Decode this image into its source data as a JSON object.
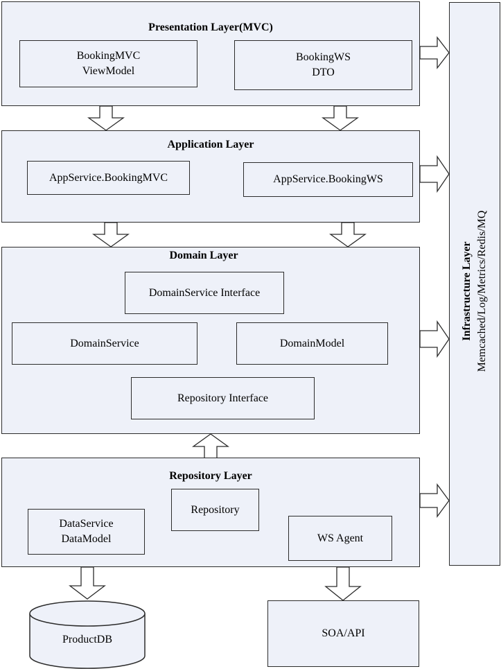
{
  "presentation": {
    "title": "Presentation Layer(MVC)",
    "mvc_box": [
      "BookingMVC",
      "ViewModel"
    ],
    "ws_box": [
      "BookingWS",
      "DTO"
    ]
  },
  "application": {
    "title": "Application Layer",
    "mvc_service": "AppService.BookingMVC",
    "ws_service": "AppService.BookingWS"
  },
  "domain": {
    "title": "Domain Layer",
    "service_interface": "DomainService Interface",
    "service": "DomainService",
    "model": "DomainModel",
    "repository_interface": "Repository Interface"
  },
  "repository": {
    "title": "Repository Layer",
    "repository": "Repository",
    "data_service": [
      "DataService",
      "DataModel"
    ],
    "ws_agent": "WS Agent"
  },
  "infrastructure": {
    "title": "Infrastructure Layer",
    "subtitle": "Memcached/Log/Metrics/Redis/MQ"
  },
  "external": {
    "database": "ProductDB",
    "soa": "SOA/API"
  },
  "colors": {
    "fill": "#eef1f9",
    "stroke": "#2b2b2b"
  }
}
